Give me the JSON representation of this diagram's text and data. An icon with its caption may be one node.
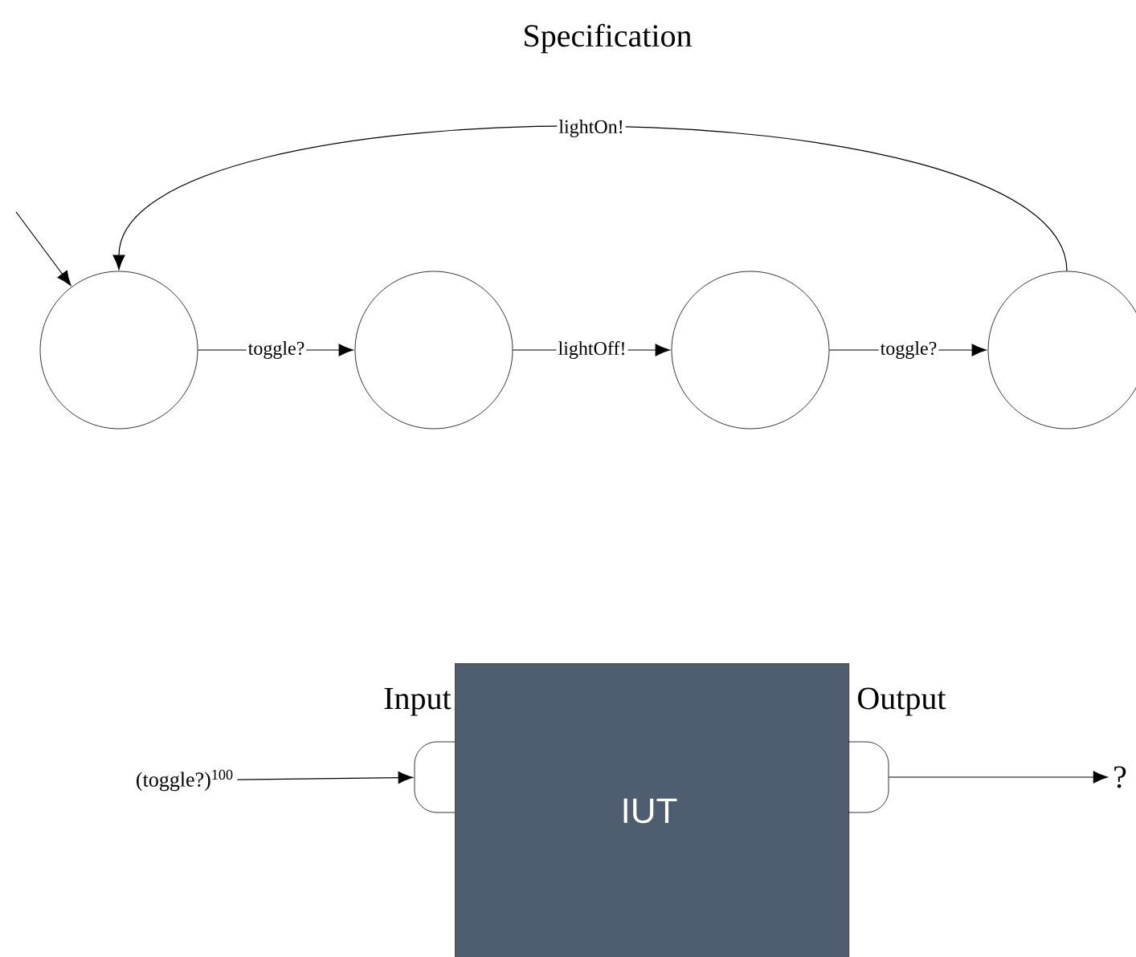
{
  "diagram": {
    "title": "Specification",
    "nodes": [
      {
        "text": [],
        "shape": "circle"
      },
      {
        "text": [],
        "shape": "circle"
      },
      {
        "text": [],
        "shape": "circle"
      },
      {
        "text": [],
        "shape": "circle"
      },
      {
        "text": [
          "IUT"
        ]
      },
      {
        "text": [],
        "shape": "box"
      },
      {
        "text": [],
        "shape": "box"
      },
      {
        "text": [
          "(toggle?)$^{100}$"
        ]
      },
      {
        "text": [
          "?"
        ]
      }
    ],
    "edges": [
      {
        "from": null,
        "to": 0,
        "arrow": "to"
      },
      {
        "from": 0,
        "to": 1,
        "arrow": "to",
        "label": "toggle?"
      },
      {
        "from": 1,
        "to": 2,
        "arrow": "to",
        "label": "lightOff!"
      },
      {
        "from": 2,
        "to": 3,
        "arrow": "to",
        "label": "toggle?"
      },
      {
        "from": 3,
        "to": 0,
        "arrow": "to",
        "label": "lightOn!"
      },
      {
        "from": 7,
        "to": 5,
        "arrow": "to"
      },
      {
        "from": 6,
        "to": 8,
        "arrow": "to"
      }
    ],
    "labels": [
      "Input",
      "Output"
    ]
  }
}
